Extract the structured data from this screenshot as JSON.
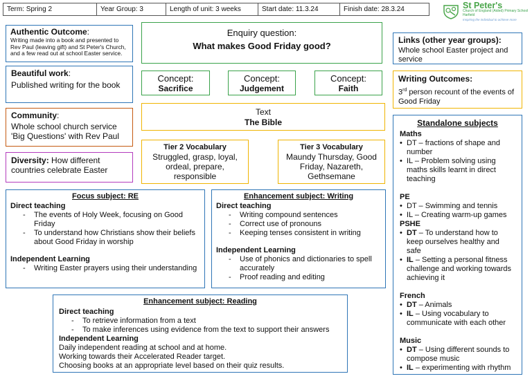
{
  "header": {
    "term": "Term: Spring 2",
    "year_group": "Year Group: 3",
    "length": "Length of unit: 3 weeks",
    "start": "Start date: 11.3.24",
    "finish": "Finish date: 28.3.24"
  },
  "logo": {
    "title": "St Peter's",
    "sub1": "Church of England (Aided) Primary School",
    "sub2": "Harfield",
    "tagline": "Inspiring the individual to achieve more"
  },
  "authentic": {
    "title": "Authentic Outcome",
    "colon": ":",
    "body": "Writing made into a book and presented to Rev Paul (leaving gift) and St Peter's Church, and a few read out at school Easter service."
  },
  "beautiful": {
    "title": "Beautiful work",
    "colon": ":",
    "body": "Published writing for the book"
  },
  "community": {
    "title": "Community",
    "colon": ":",
    "body": "Whole school church service 'Big Questions' with Rev Paul"
  },
  "diversity": {
    "title": "Diversity:",
    "body": " How different countries celebrate Easter"
  },
  "enquiry": {
    "label": "Enquiry question:",
    "question": "What makes Good Friday good?"
  },
  "concepts": [
    {
      "label": "Concept:",
      "value": "Sacrifice"
    },
    {
      "label": "Concept:",
      "value": "Judgement"
    },
    {
      "label": "Concept:",
      "value": "Faith"
    }
  ],
  "text_box": {
    "label": "Text",
    "value": "The Bible"
  },
  "tier2": {
    "title": "Tier 2 Vocabulary",
    "body": "Struggled, grasp, loyal, ordeal, prepare, responsible"
  },
  "tier3": {
    "title": "Tier 3 Vocabulary",
    "body": "Maundy Thursday, Good Friday, Nazareth, Gethsemane"
  },
  "links": {
    "title": "Links (other year groups):",
    "body": "Whole school Easter project and service"
  },
  "writing_outcomes": {
    "title": "Writing Outcomes:",
    "pre": "3",
    "sup": "rd",
    "body": " person recount of the events of Good Friday"
  },
  "focus": {
    "title": "Focus subject: RE",
    "direct": "Direct teaching",
    "direct_items": [
      "The events of Holy Week, focusing on Good Friday",
      "To understand how Christians show their beliefs about Good Friday in worship"
    ],
    "independent": "Independent Learning",
    "independent_items": [
      "Writing Easter prayers using their understanding"
    ]
  },
  "writing": {
    "title": "Enhancement subject: Writing",
    "direct": "Direct teaching",
    "direct_items": [
      "Writing compound sentences",
      "Correct use of pronouns",
      "Keeping tenses consistent in writing"
    ],
    "independent": "Independent Learning",
    "independent_items": [
      "Use of phonics and dictionaries to spell accurately",
      "Proof reading and editing"
    ]
  },
  "reading": {
    "title": "Enhancement subject: Reading",
    "direct": "Direct teaching",
    "direct_items": [
      "To retrieve information from a text",
      "To make inferences using evidence from the text to support their answers"
    ],
    "independent": "Independent Learning",
    "lines": [
      "Daily independent reading at school and at home.",
      "Working towards their Accelerated Reader target.",
      "Choosing books at an appropriate level based on their quiz results."
    ]
  },
  "standalone": {
    "title": "Standalone  subjects",
    "maths": {
      "title": "Maths",
      "items": [
        [
          "DT",
          " – fractions of shape and number"
        ],
        [
          "IL",
          " – Problem solving using maths skills learnt in direct teaching"
        ]
      ]
    },
    "pe": {
      "title": "PE",
      "items": [
        [
          "DT",
          " – Swimming and tennis"
        ],
        [
          "IL",
          " – Creating warm-up games"
        ]
      ]
    },
    "pshe": {
      "title": "PSHE",
      "items": [
        [
          "DT",
          " – To understand how to keep ourselves healthy and safe"
        ],
        [
          "IL",
          " – Setting a personal fitness challenge and working towards achieving it"
        ]
      ]
    },
    "french": {
      "title": "French",
      "items": [
        [
          "DT",
          " – Animals"
        ],
        [
          "IL",
          " – Using vocabulary to communicate with each other"
        ]
      ]
    },
    "music": {
      "title": "Music",
      "items": [
        [
          "DT",
          " – Using different sounds to compose music"
        ],
        [
          "IL",
          " – experimenting with rhythm"
        ]
      ]
    }
  },
  "colors": {
    "blue": "#2e75b6",
    "green": "#3aa24a",
    "yellow": "#f0b400",
    "orange": "#c55a11",
    "purple": "#b33bbd"
  }
}
